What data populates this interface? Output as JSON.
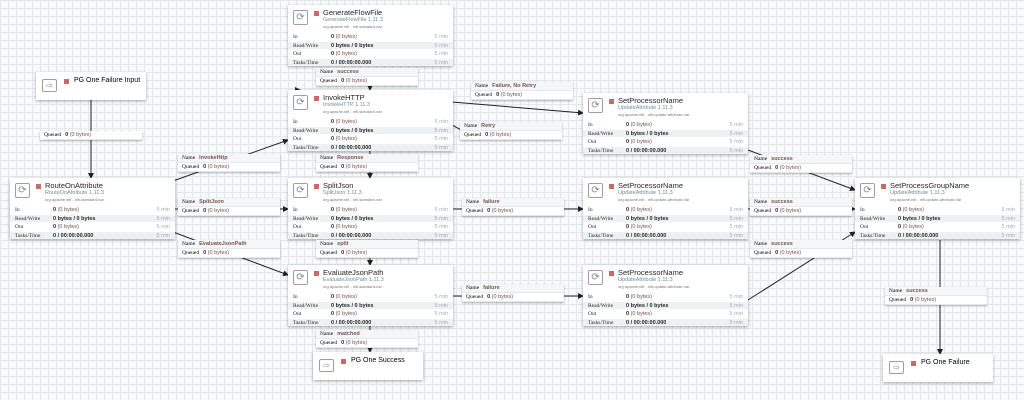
{
  "processors": [
    {
      "id": "gen",
      "name": "GenerateFlowFile",
      "type": "GenerateFlowFile 1.11.3",
      "bundle": "org.apache.nifi - nifi-standard-nar"
    },
    {
      "id": "invoke",
      "name": "InvokeHTTP",
      "type": "InvokeHTTP 1.11.3",
      "bundle": "org.apache.nifi - nifi-standard-nar"
    },
    {
      "id": "split",
      "name": "SplitJson",
      "type": "SplitJson 1.11.3",
      "bundle": "org.apache.nifi - nifi-standard-nar"
    },
    {
      "id": "eval",
      "name": "EvaluateJsonPath",
      "type": "EvaluateJsonPath 1.11.3",
      "bundle": "org.apache.nifi - nifi-standard-nar"
    },
    {
      "id": "route",
      "name": "RouteOnAttribute",
      "type": "RouteOnAttribute 1.11.3",
      "bundle": "org.apache.nifi - nifi-standard-nar"
    },
    {
      "id": "sp1",
      "name": "SetProcessorName",
      "type": "UpdateAttribute 1.11.3",
      "bundle": "org.apache.nifi - nifi-update-attribute-nar"
    },
    {
      "id": "sp2",
      "name": "SetProcessorName",
      "type": "UpdateAttribute 1.11.3",
      "bundle": "org.apache.nifi - nifi-update-attribute-nar"
    },
    {
      "id": "sp3",
      "name": "SetProcessorName",
      "type": "UpdateAttribute 1.11.3",
      "bundle": "org.apache.nifi - nifi-update-attribute-nar"
    },
    {
      "id": "spg",
      "name": "SetProcessGroupName",
      "type": "UpdateAttribute 1.11.3",
      "bundle": "org.apache.nifi - nifi-update-attribute-nar"
    }
  ],
  "stats": {
    "rows": [
      {
        "label": "In",
        "value": "0",
        "extra": "(0 bytes)",
        "time": "5 min"
      },
      {
        "label": "Read/Write",
        "value": "0 bytes / 0 bytes",
        "extra": "",
        "time": "5 min"
      },
      {
        "label": "Out",
        "value": "0",
        "extra": "(0 bytes)",
        "time": "5 min"
      },
      {
        "label": "Tasks/Time",
        "value": "0 / 00:00:00.000",
        "extra": "",
        "time": "5 min"
      }
    ]
  },
  "ports": [
    {
      "id": "pin",
      "name": "PG One Failure Input",
      "kind": "input"
    },
    {
      "id": "psucc",
      "name": "PG One Success",
      "kind": "output"
    },
    {
      "id": "pfail",
      "name": "PG One Failure",
      "kind": "output"
    }
  ],
  "connection_labels": {
    "name": "Name",
    "queued": "Queued",
    "queued_value": "0",
    "queued_bytes": "(0 bytes)"
  },
  "connections": [
    {
      "id": "c1",
      "name": "success"
    },
    {
      "id": "c2",
      "name": null
    },
    {
      "id": "c3",
      "name": "InvokeHttp"
    },
    {
      "id": "c4",
      "name": "Failure, No Retry"
    },
    {
      "id": "c5",
      "name": "Retry"
    },
    {
      "id": "c6",
      "name": "Response"
    },
    {
      "id": "c7",
      "name": "SplitJson"
    },
    {
      "id": "c8",
      "name": "success"
    },
    {
      "id": "c9",
      "name": "failure"
    },
    {
      "id": "c10",
      "name": "success"
    },
    {
      "id": "c11",
      "name": "EvaluateJsonPath"
    },
    {
      "id": "c12",
      "name": "split"
    },
    {
      "id": "c13",
      "name": "failure"
    },
    {
      "id": "c14",
      "name": "success"
    },
    {
      "id": "c15",
      "name": "matched"
    },
    {
      "id": "c16",
      "name": "success"
    }
  ]
}
